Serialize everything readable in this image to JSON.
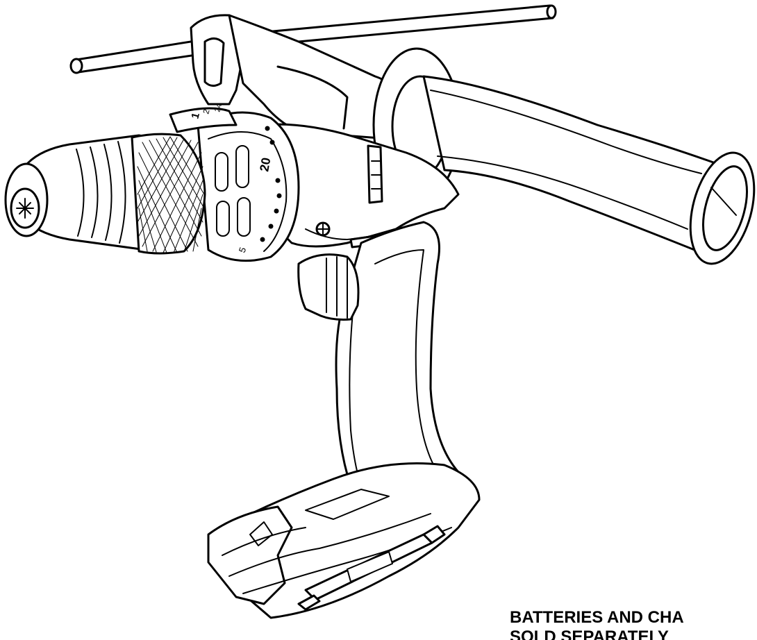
{
  "illustration": {
    "subject": "cordless drill with side handle and depth rod",
    "ink_color": "#000000",
    "background_color": "#ffffff",
    "clutch_collar_markings": [
      "20",
      "5",
      "1",
      "2",
      "24"
    ]
  },
  "caption": {
    "line1": "BATTERIES AND CHA",
    "line2": "SOLD SEPARATELY"
  }
}
